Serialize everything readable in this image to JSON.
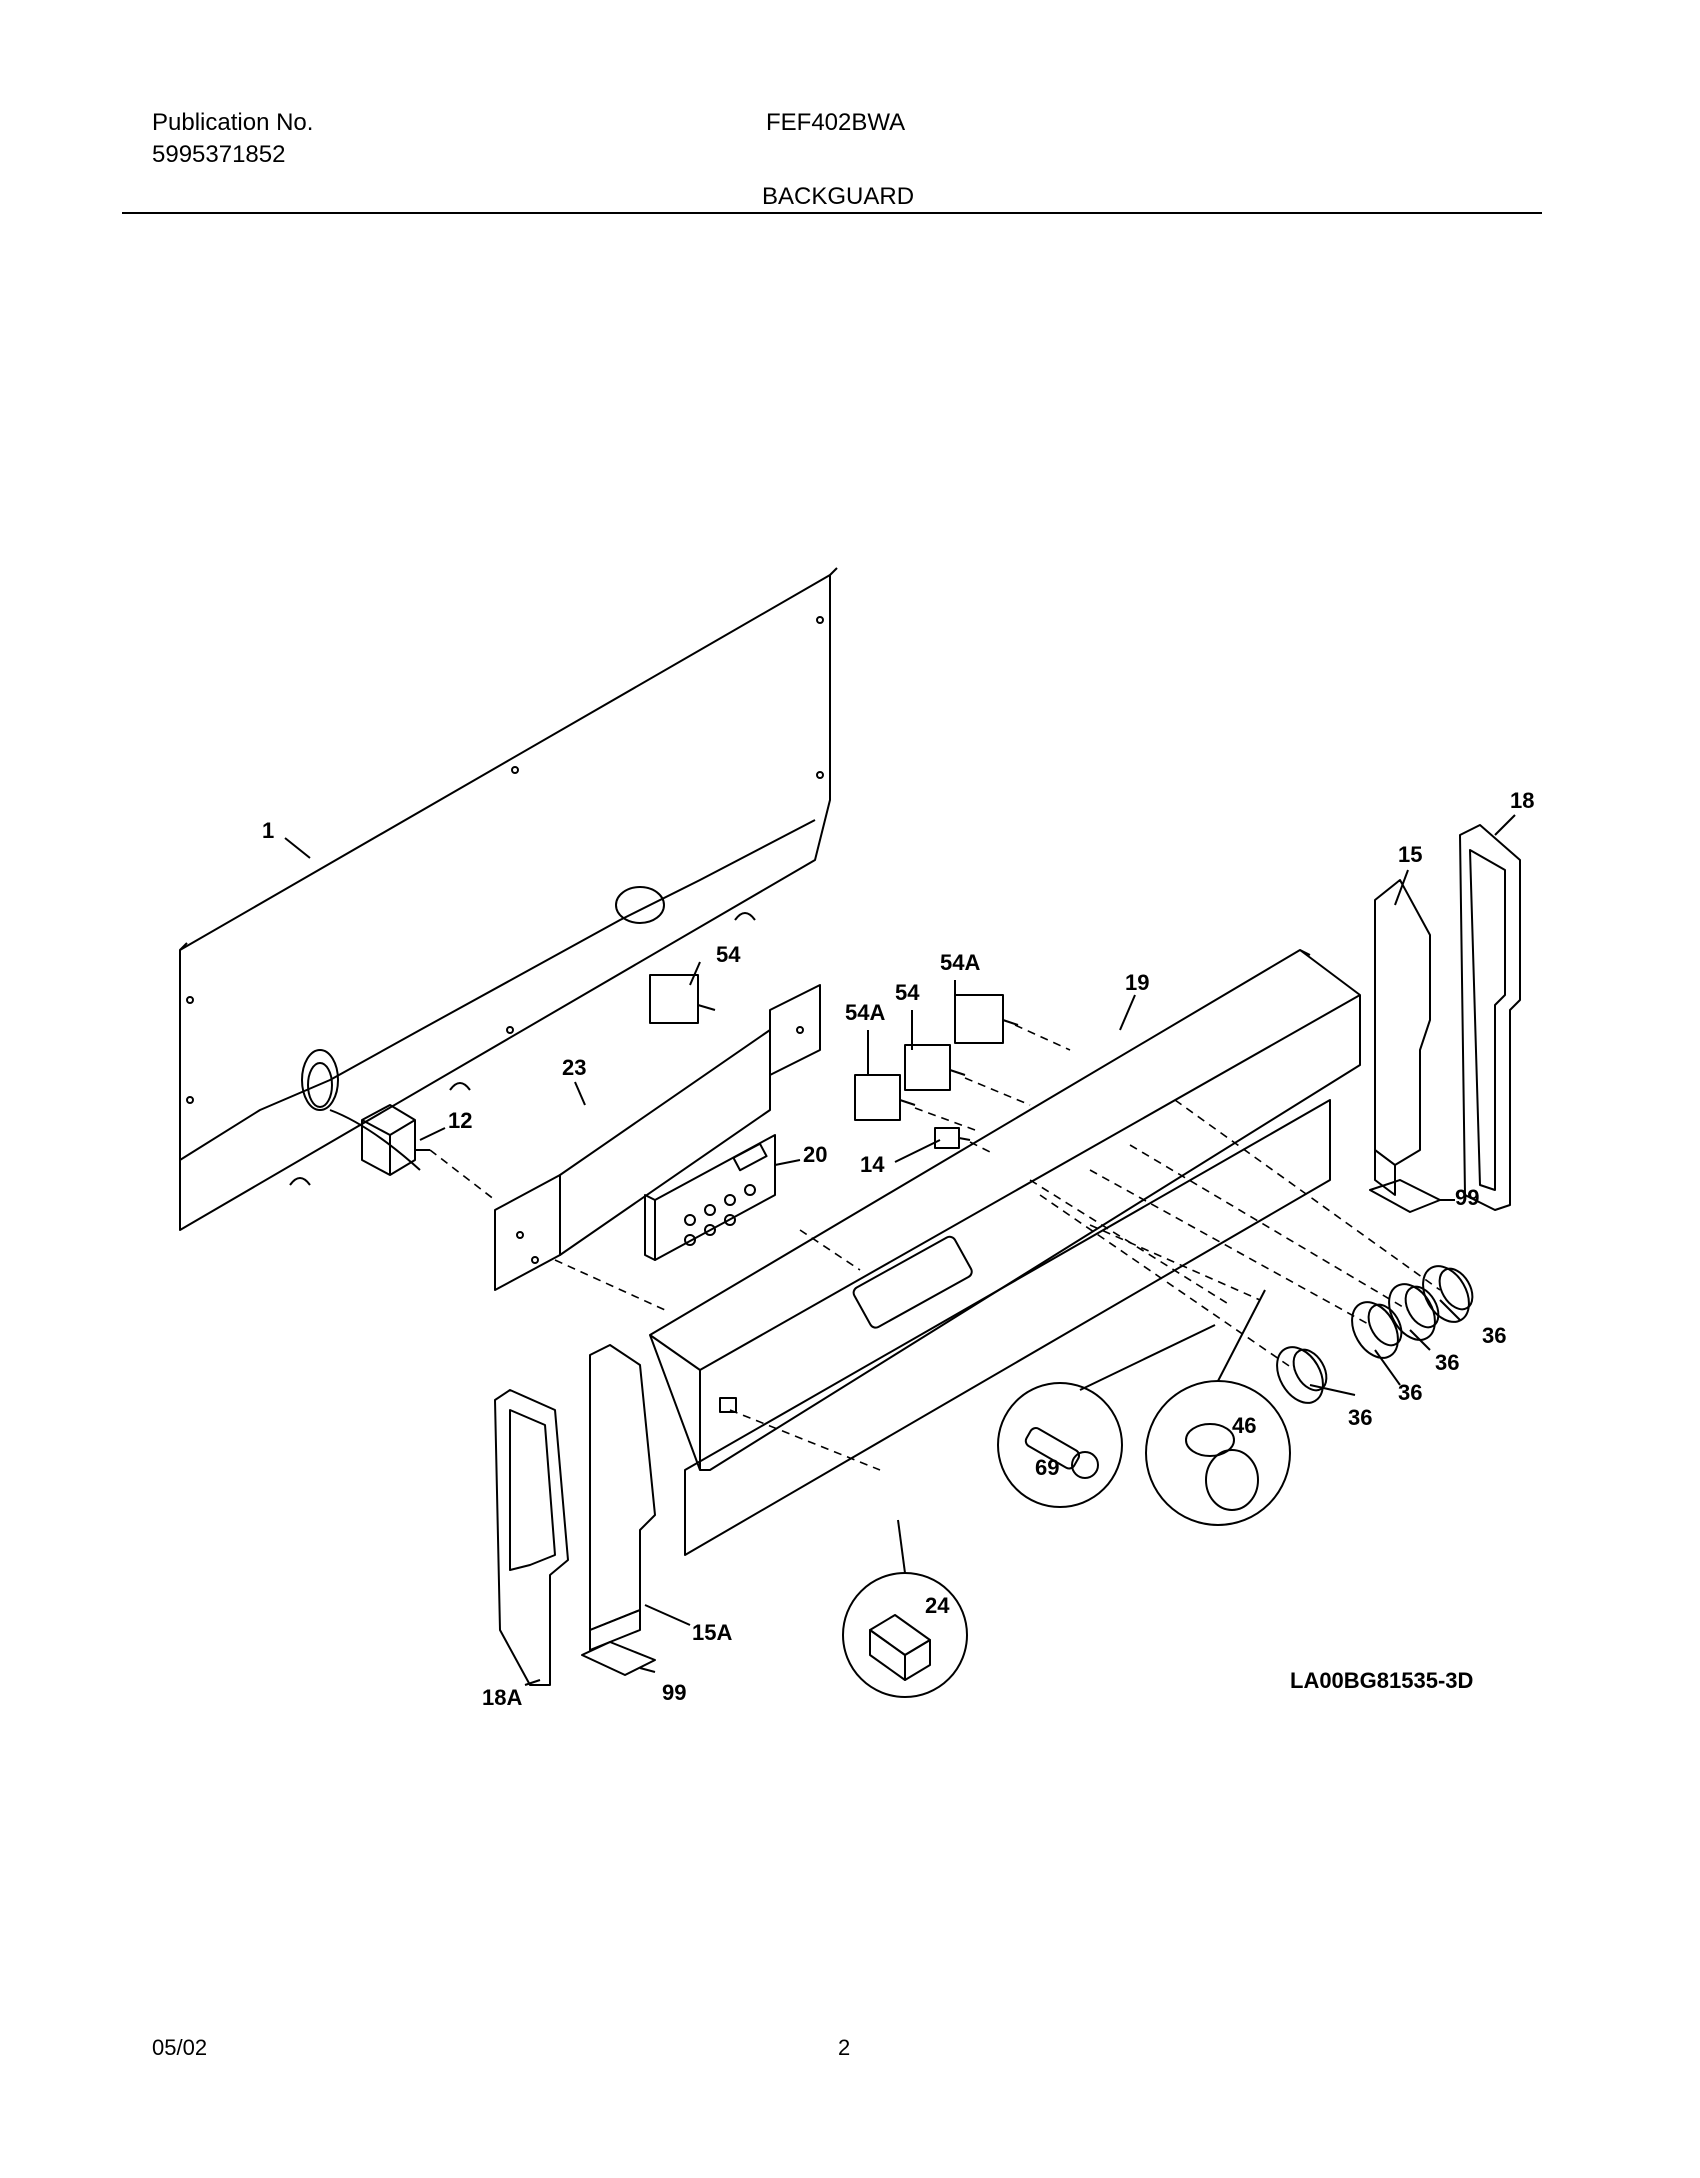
{
  "header": {
    "publication_label": "Publication No.",
    "publication_number": "5995371852",
    "model": "FEF402BWA",
    "section": "BACKGUARD"
  },
  "diagram": {
    "reference": "LA00BG81535-3D",
    "callouts": {
      "c1": "1",
      "c54_left": "54",
      "c54a_top": "54A",
      "c54_mid": "54",
      "c54a_left": "54A",
      "c19": "19",
      "c15": "15",
      "c18": "18",
      "c23": "23",
      "c12": "12",
      "c20": "20",
      "c14": "14",
      "c99_right": "99",
      "c36_a": "36",
      "c36_b": "36",
      "c36_c": "36",
      "c36_d": "36",
      "c46": "46",
      "c69": "69",
      "c24": "24",
      "c15a": "15A",
      "c18a": "18A",
      "c99_left": "99"
    }
  },
  "footer": {
    "date": "05/02",
    "page": "2"
  }
}
